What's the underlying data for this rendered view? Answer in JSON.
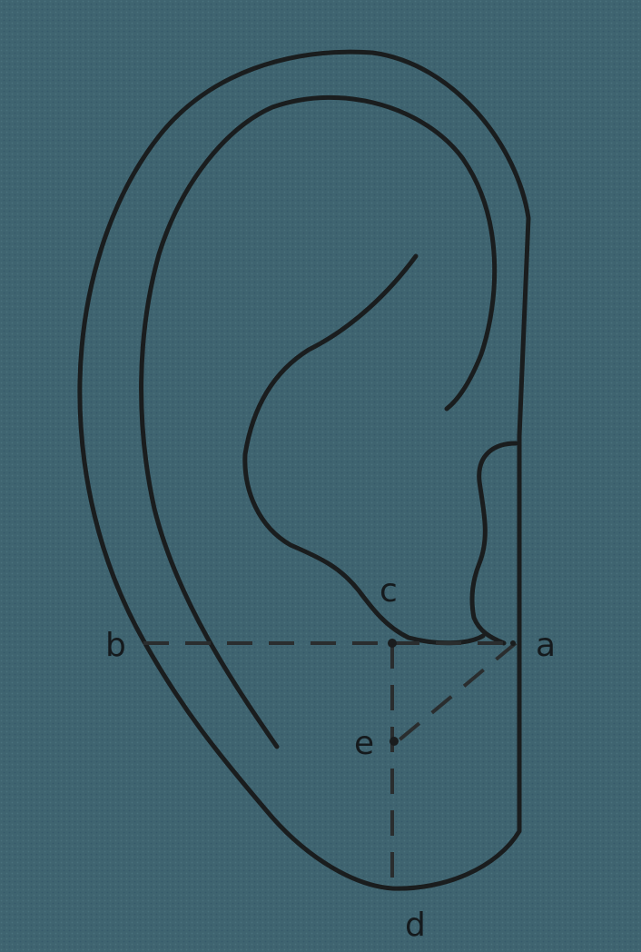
{
  "colors": {
    "background": "#3f6470",
    "paper": "#c9c7c6",
    "ink": "#1a1d1e"
  },
  "labels": {
    "a": "a",
    "b": "b",
    "c": "c",
    "d": "d",
    "e": "e"
  }
}
